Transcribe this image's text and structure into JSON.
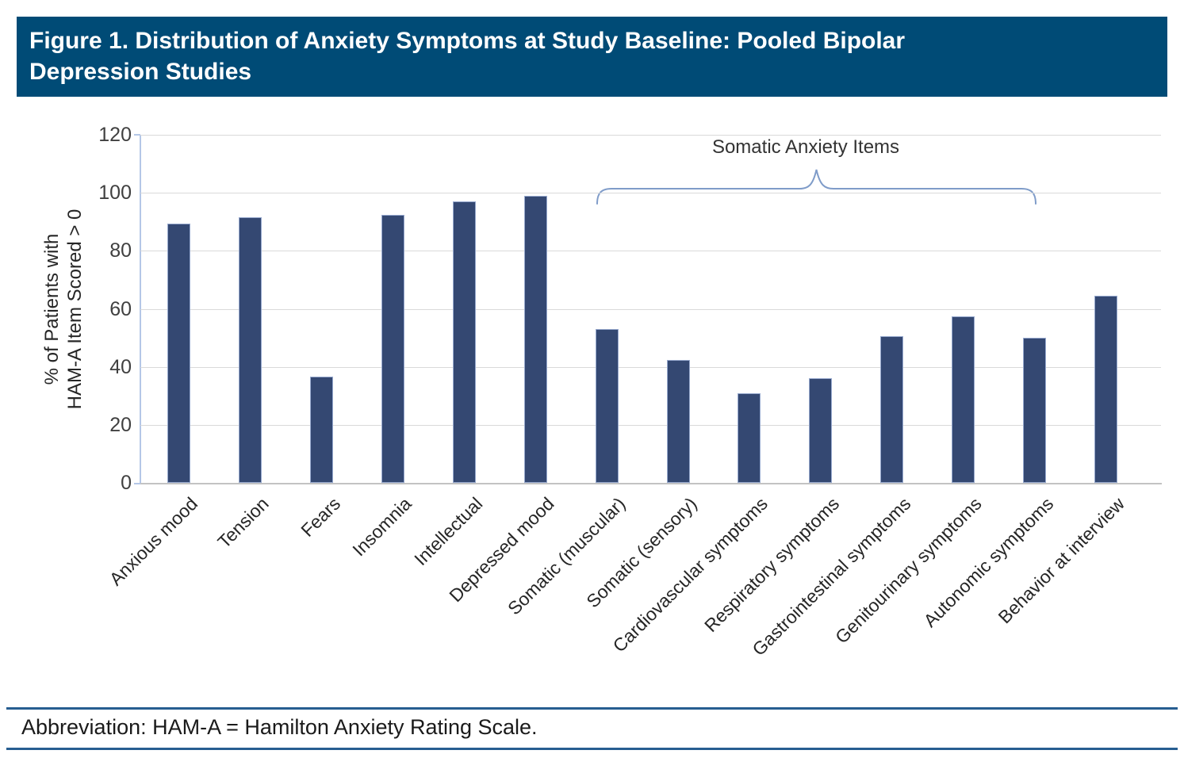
{
  "title": {
    "lines": [
      "Figure 1. Distribution of Anxiety Symptoms at Study Baseline: Pooled Bipolar",
      "Depression Studies"
    ]
  },
  "footer": {
    "text": "Abbreviation: HAM-A = Hamilton Anxiety Rating Scale."
  },
  "chart_data": {
    "type": "bar",
    "title": "Figure 1. Distribution of Anxiety Symptoms at Study Baseline: Pooled Bipolar Depression Studies",
    "ylabel_lines": [
      "% of Patients with",
      "HAM-A Item Scored > 0"
    ],
    "ylabel": "% of Patients with HAM-A Item Scored > 0",
    "xlabel": "",
    "ylim": [
      0,
      120
    ],
    "yticks": [
      0,
      20,
      40,
      60,
      80,
      100,
      120
    ],
    "grid": "horizontal",
    "legend": "none",
    "categories": [
      "Anxious mood",
      "Tension",
      "Fears",
      "Insomnia",
      "Intellectual",
      "Depressed mood",
      "Somatic (muscular)",
      "Somatic (sensory)",
      "Cardiovascular symptoms",
      "Respiratory symptoms",
      "Gastrointestinal symptoms",
      "Genitourinary symptoms",
      "Autonomic symptoms",
      "Behavior at interview"
    ],
    "values": [
      89.5,
      91.5,
      36.5,
      92.5,
      97,
      99,
      53,
      42.5,
      31,
      36,
      50.5,
      57.5,
      50,
      64.5
    ],
    "annotation": {
      "label": "Somatic Anxiety Items",
      "from_category": "Somatic (muscular)",
      "to_category": "Autonomic symptoms"
    }
  },
  "colors": {
    "title_bar_bg": "#004B76",
    "title_text": "#FFFFFF",
    "bar_fill": "#344872",
    "bar_border": "#97A9CE",
    "gridline": "#D9D9D9",
    "axis_line": "#B4C7E7",
    "baseline": "#C3C3C3",
    "brace": "#7F9CC9",
    "tick_text": "#404040",
    "label_text": "#262626",
    "annotation_text": "#333333",
    "rule": "#275E91",
    "footer_text": "#1A1A1A"
  }
}
